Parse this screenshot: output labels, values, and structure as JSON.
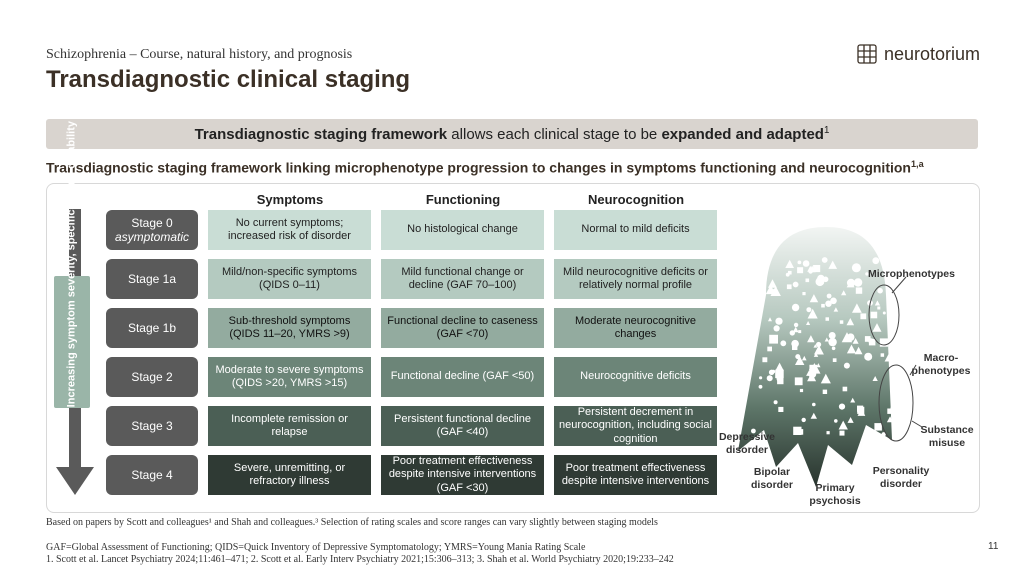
{
  "header": {
    "kicker": "Schizophrenia – Course, natural history, and prognosis",
    "title": "Transdiagnostic clinical staging",
    "logo": "neurotorium"
  },
  "banner": {
    "bold1": "Transdiagnostic staging framework",
    "mid": " allows each clinical stage to be ",
    "bold2": "expanded and adapted",
    "sup": "1"
  },
  "subtitle": {
    "text": "Transdiagnostic staging framework linking microphenotype progression to changes in symptoms functioning and neurocognition",
    "sup": "1,a"
  },
  "axis_label": "Increasing symptom severity, specificity, and disability",
  "columns": [
    "Symptoms",
    "Functioning",
    "Neurocognition"
  ],
  "stages": [
    {
      "label": "Stage 0",
      "sub": "asymptomatic"
    },
    {
      "label": "Stage 1a",
      "sub": ""
    },
    {
      "label": "Stage 1b",
      "sub": ""
    },
    {
      "label": "Stage 2",
      "sub": ""
    },
    {
      "label": "Stage 3",
      "sub": ""
    },
    {
      "label": "Stage 4",
      "sub": ""
    }
  ],
  "cells": [
    [
      "No current symptoms; increased risk of disorder",
      "No histological change",
      "Normal to mild deficits"
    ],
    [
      "Mild/non-specific symptoms (QIDS 0–11)",
      "Mild functional change or decline (GAF 70–100)",
      "Mild neurocognitive deficits or relatively normal profile"
    ],
    [
      "Sub-threshold symptoms (QIDS 11–20, YMRS >9)",
      "Functional decline to caseness (GAF <70)",
      "Moderate neurocognitive changes"
    ],
    [
      "Moderate to severe symptoms (QIDS >20, YMRS >15)",
      "Functional decline (GAF <50)",
      "Neurocognitive deficits"
    ],
    [
      "Incomplete remission or relapse",
      "Persistent functional decline (GAF <40)",
      "Persistent decrement in neurocognition, including social cognition"
    ],
    [
      "Severe, unremitting, or refractory illness",
      "Poor treatment effectiveness despite intensive interventions (GAF <30)",
      "Poor treatment effectiveness despite intensive interventions"
    ]
  ],
  "illustration": {
    "microphenotypes": "Microphenotypes",
    "macrophenotypes": "Macro-phenotypes",
    "substance": "Substance misuse",
    "depressive": "Depressive disorder",
    "bipolar": "Bipolar disorder",
    "primary": "Primary psychosis",
    "personality": "Personality disorder"
  },
  "footer": {
    "note": "Based on papers by Scott and colleagues¹ and Shah and colleagues.³ Selection of rating scales and score ranges can vary slightly between staging models",
    "abbr": "GAF=Global Assessment of Functioning; QIDS=Quick Inventory of Depressive Symptomatology; YMRS=Young Mania Rating Scale",
    "refs": "1. Scott et al. Lancet Psychiatry 2024;11:461–471; 2. Scott et al. Early Interv Psychiatry 2021;15:306–313; 3. Shah et al. World Psychiatry 2020;19:233–242",
    "page": "11"
  },
  "colors": {
    "title": "#3b3026",
    "banner_bg": "#d9d4cf",
    "stage_bg": "#5a5a5a",
    "arrow": "#5a5a5a",
    "axis_label_bg": "#9ab5a8"
  }
}
